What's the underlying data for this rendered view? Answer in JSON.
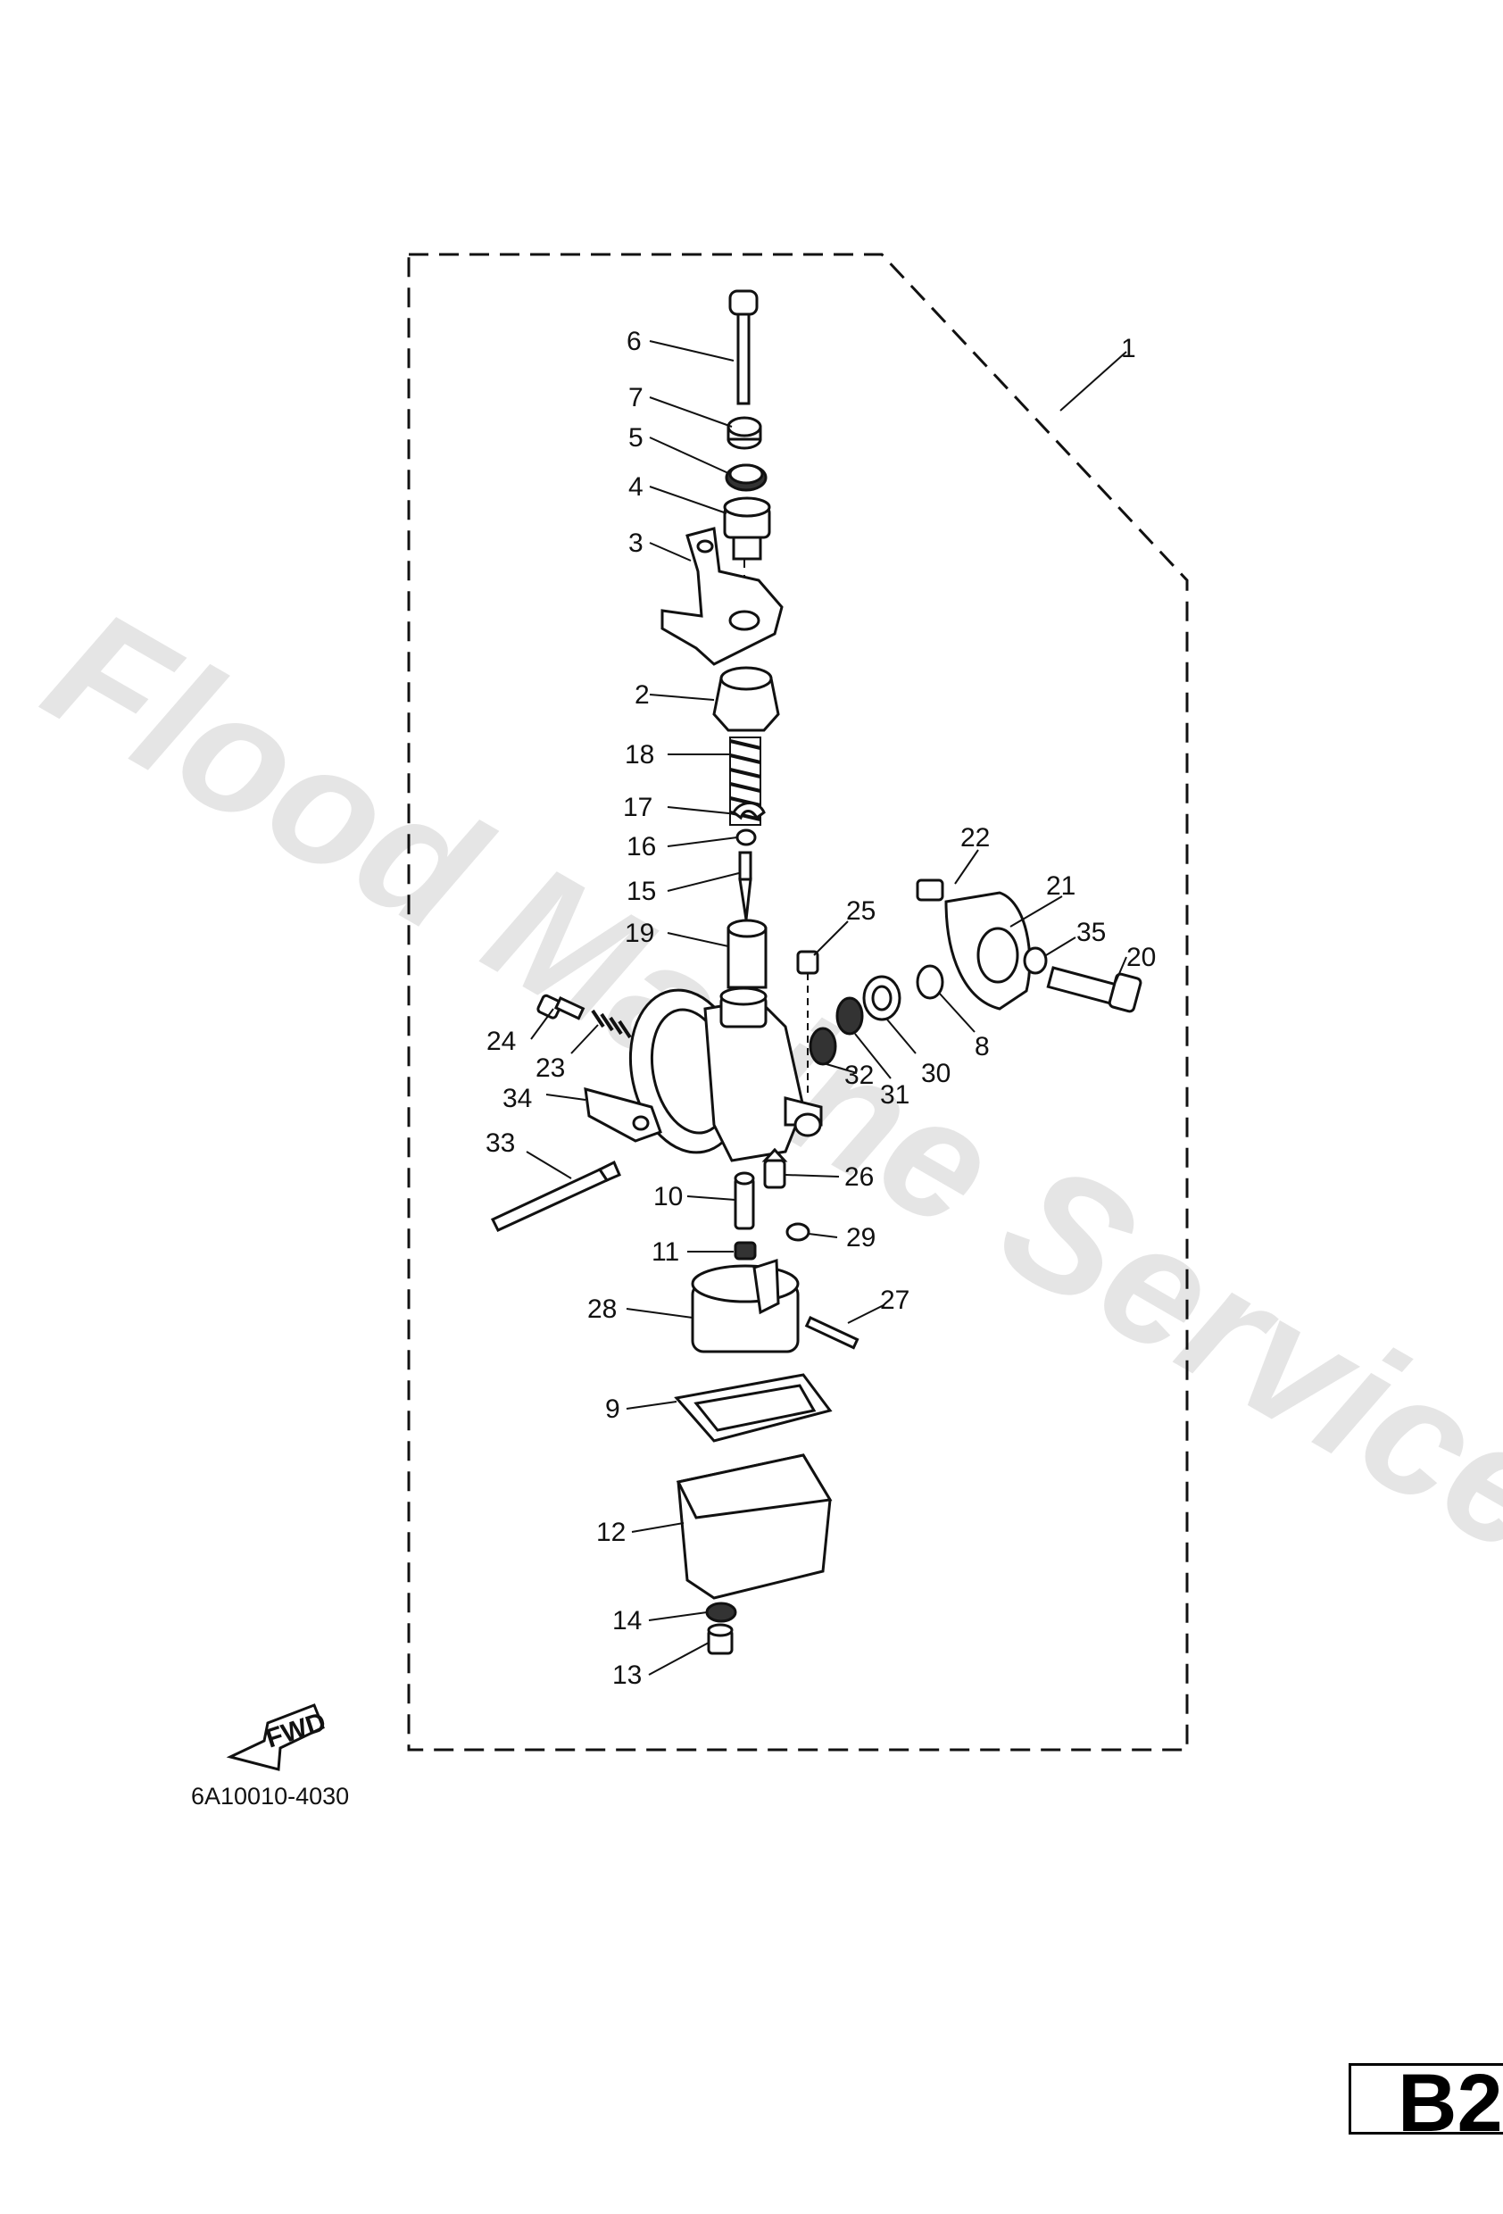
{
  "diagram": {
    "watermark": "Flood Marine Services",
    "drawing_code": "6A10010-4030",
    "fwd_label": "FWD",
    "page_tab": "B2",
    "callouts": [
      "1",
      "2",
      "3",
      "4",
      "5",
      "6",
      "7",
      "8",
      "9",
      "10",
      "11",
      "12",
      "13",
      "14",
      "15",
      "16",
      "17",
      "18",
      "19",
      "20",
      "21",
      "22",
      "23",
      "24",
      "25",
      "26",
      "27",
      "28",
      "29",
      "30",
      "31",
      "32",
      "33",
      "34",
      "35"
    ]
  }
}
